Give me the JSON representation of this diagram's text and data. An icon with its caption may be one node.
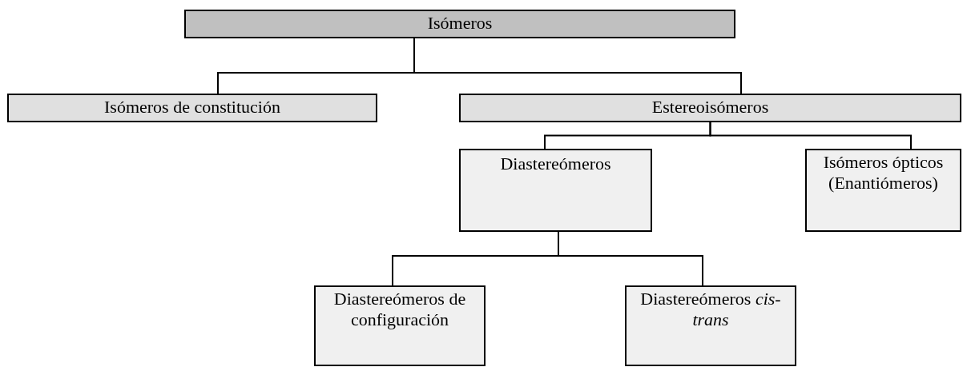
{
  "diagram": {
    "nodes": [
      {
        "text": [
          "Isómeros"
        ]
      },
      {
        "text": [
          "Isómeros de constitución"
        ]
      },
      {
        "text": [
          "Estereoisómeros"
        ]
      },
      {
        "text": [
          "Diastereómeros"
        ]
      },
      {
        "text": [
          "Isómeros ópticos (Enantiómeros)"
        ]
      },
      {
        "text": [
          "Diastereómeros de configuración"
        ]
      },
      {
        "text": [
          "Diastereómeros *cis-trans*"
        ]
      }
    ],
    "edges": [
      {
        "from": 0,
        "to": 1,
        "arrow": "none"
      },
      {
        "from": 0,
        "to": 2,
        "arrow": "none"
      },
      {
        "from": 2,
        "to": 3,
        "arrow": "none"
      },
      {
        "from": 2,
        "to": 4,
        "arrow": "none"
      },
      {
        "from": 3,
        "to": 5,
        "arrow": "none"
      },
      {
        "from": 3,
        "to": 6,
        "arrow": "none"
      }
    ]
  }
}
